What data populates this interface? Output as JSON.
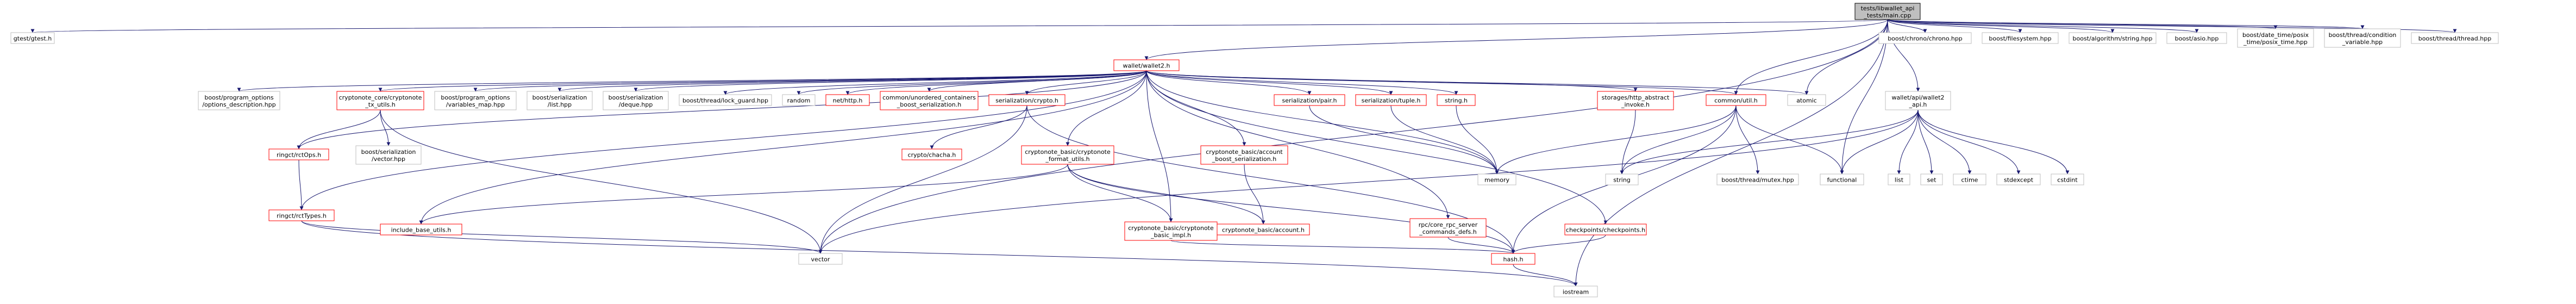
{
  "colors": {
    "root_fill": "#bfbfbf",
    "node_fill": "#ffffff",
    "internal_border": "#ff0000",
    "external_border": "#bfbfbf",
    "edge": "#191970",
    "text": "#000000"
  },
  "nodes": [
    {
      "id": "root",
      "kind": "root",
      "label": "tests/libwallet_api\n_tests/main.cpp"
    },
    {
      "id": "gtest",
      "kind": "external",
      "label": "gtest/gtest.h"
    },
    {
      "id": "wallet2",
      "kind": "internal",
      "label": "wallet/wallet2.h"
    },
    {
      "id": "chrono",
      "kind": "external",
      "label": "boost/chrono/chrono.hpp"
    },
    {
      "id": "filesystem",
      "kind": "external",
      "label": "boost/filesystem.hpp"
    },
    {
      "id": "algostring",
      "kind": "external",
      "label": "boost/algorithm/string.hpp"
    },
    {
      "id": "asio",
      "kind": "external",
      "label": "boost/asio.hpp"
    },
    {
      "id": "posixtime",
      "kind": "external",
      "label": "boost/date_time/posix\n_time/posix_time.hpp"
    },
    {
      "id": "condvar",
      "kind": "external",
      "label": "boost/thread/condition\n_variable.hpp"
    },
    {
      "id": "thread",
      "kind": "external",
      "label": "boost/thread/thread.hpp"
    },
    {
      "id": "progopt_desc",
      "kind": "external",
      "label": "boost/program_options\n/options_description.hpp"
    },
    {
      "id": "cn_utils",
      "kind": "internal",
      "label": "cryptonote_core/cryptonote\n_tx_utils.h"
    },
    {
      "id": "progopt_varmap",
      "kind": "external",
      "label": "boost/program_options\n/variables_map.hpp"
    },
    {
      "id": "ser_list",
      "kind": "external",
      "label": "boost/serialization\n/list.hpp"
    },
    {
      "id": "ser_deque",
      "kind": "external",
      "label": "boost/serialization\n/deque.hpp"
    },
    {
      "id": "lockguard",
      "kind": "external",
      "label": "boost/thread/lock_guard.hpp"
    },
    {
      "id": "random",
      "kind": "external",
      "label": "random"
    },
    {
      "id": "nethttp",
      "kind": "internal",
      "label": "net/http.h"
    },
    {
      "id": "unordered",
      "kind": "internal",
      "label": "common/unordered_containers\n_boost_serialization.h"
    },
    {
      "id": "ser_crypto",
      "kind": "internal",
      "label": "serialization/crypto.h"
    },
    {
      "id": "ser_pair",
      "kind": "internal",
      "label": "serialization/pair.h"
    },
    {
      "id": "ser_tuple",
      "kind": "internal",
      "label": "serialization/tuple.h"
    },
    {
      "id": "string_h",
      "kind": "internal",
      "label": "string.h"
    },
    {
      "id": "http_abstract",
      "kind": "internal",
      "label": "storages/http_abstract\n_invoke.h"
    },
    {
      "id": "common_util",
      "kind": "internal",
      "label": "common/util.h"
    },
    {
      "id": "atomic",
      "kind": "external",
      "label": "atomic"
    },
    {
      "id": "api_wallet2",
      "kind": "external",
      "label": "wallet/api/wallet2\n_api.h"
    },
    {
      "id": "ser_vector",
      "kind": "external",
      "label": "boost/serialization\n/vector.hpp"
    },
    {
      "id": "ringct_rctOps",
      "kind": "internal",
      "label": "ringct/rctOps.h"
    },
    {
      "id": "cn_format",
      "kind": "internal",
      "label": "cryptonote_basic/cryptonote\n_format_utils.h"
    },
    {
      "id": "acc_ser",
      "kind": "internal",
      "label": "cryptonote_basic/account\n_boost_serialization.h"
    },
    {
      "id": "chacha",
      "kind": "internal",
      "label": "crypto/chacha.h"
    },
    {
      "id": "memory",
      "kind": "external",
      "label": "memory"
    },
    {
      "id": "string",
      "kind": "external",
      "label": "string"
    },
    {
      "id": "mutex",
      "kind": "external",
      "label": "boost/thread/mutex.hpp"
    },
    {
      "id": "functional",
      "kind": "external",
      "label": "functional"
    },
    {
      "id": "list",
      "kind": "external",
      "label": "list"
    },
    {
      "id": "set",
      "kind": "external",
      "label": "set"
    },
    {
      "id": "ctime",
      "kind": "external",
      "label": "ctime"
    },
    {
      "id": "stdexcept",
      "kind": "external",
      "label": "stdexcept"
    },
    {
      "id": "cstdint",
      "kind": "external",
      "label": "cstdint"
    },
    {
      "id": "ringct_types",
      "kind": "internal",
      "label": "ringct/rctTypes.h"
    },
    {
      "id": "include_base",
      "kind": "internal",
      "label": "include_base_utils.h"
    },
    {
      "id": "cn_basic_impl",
      "kind": "internal",
      "label": "cryptonote_basic/cryptonote\n_basic_impl.h"
    },
    {
      "id": "cn_account",
      "kind": "internal",
      "label": "cryptonote_basic/account.h"
    },
    {
      "id": "rpc_defs",
      "kind": "internal",
      "label": "rpc/core_rpc_server\n_commands_defs.h"
    },
    {
      "id": "checkpoints",
      "kind": "internal",
      "label": "checkpoints/checkpoints.h"
    },
    {
      "id": "vector",
      "kind": "external",
      "label": "vector"
    },
    {
      "id": "hash",
      "kind": "internal",
      "label": "hash.h"
    },
    {
      "id": "iostream",
      "kind": "external",
      "label": "iostream"
    }
  ],
  "edges": [
    [
      "root",
      "gtest"
    ],
    [
      "root",
      "wallet2"
    ],
    [
      "root",
      "chrono"
    ],
    [
      "root",
      "filesystem"
    ],
    [
      "root",
      "algostring"
    ],
    [
      "root",
      "asio"
    ],
    [
      "root",
      "posixtime"
    ],
    [
      "root",
      "condvar"
    ],
    [
      "root",
      "thread"
    ],
    [
      "root",
      "common_util"
    ],
    [
      "root",
      "atomic"
    ],
    [
      "root",
      "api_wallet2"
    ],
    [
      "root",
      "functional"
    ],
    [
      "root",
      "vector"
    ],
    [
      "root",
      "iostream"
    ],
    [
      "wallet2",
      "progopt_desc"
    ],
    [
      "wallet2",
      "cn_utils"
    ],
    [
      "wallet2",
      "progopt_varmap"
    ],
    [
      "wallet2",
      "ser_list"
    ],
    [
      "wallet2",
      "ser_deque"
    ],
    [
      "wallet2",
      "lockguard"
    ],
    [
      "wallet2",
      "random"
    ],
    [
      "wallet2",
      "nethttp"
    ],
    [
      "wallet2",
      "unordered"
    ],
    [
      "wallet2",
      "ser_crypto"
    ],
    [
      "wallet2",
      "ser_pair"
    ],
    [
      "wallet2",
      "ser_tuple"
    ],
    [
      "wallet2",
      "string_h"
    ],
    [
      "wallet2",
      "http_abstract"
    ],
    [
      "wallet2",
      "common_util"
    ],
    [
      "wallet2",
      "atomic"
    ],
    [
      "wallet2",
      "ringct_rctOps"
    ],
    [
      "wallet2",
      "cn_format"
    ],
    [
      "wallet2",
      "acc_ser"
    ],
    [
      "wallet2",
      "memory"
    ],
    [
      "wallet2",
      "include_base"
    ],
    [
      "wallet2",
      "cn_basic_impl"
    ],
    [
      "wallet2",
      "rpc_defs"
    ],
    [
      "wallet2",
      "checkpoints"
    ],
    [
      "wallet2",
      "ringct_types"
    ],
    [
      "cn_utils",
      "ser_vector"
    ],
    [
      "cn_utils",
      "ringct_rctOps"
    ],
    [
      "cn_utils",
      "vector"
    ],
    [
      "ser_crypto",
      "chacha"
    ],
    [
      "ser_crypto",
      "vector"
    ],
    [
      "ser_crypto",
      "hash"
    ],
    [
      "ser_pair",
      "memory"
    ],
    [
      "ser_tuple",
      "memory"
    ],
    [
      "string_h",
      "memory"
    ],
    [
      "http_abstract",
      "string"
    ],
    [
      "common_util",
      "memory"
    ],
    [
      "common_util",
      "string"
    ],
    [
      "common_util",
      "mutex"
    ],
    [
      "common_util",
      "functional"
    ],
    [
      "common_util",
      "hash"
    ],
    [
      "api_wallet2",
      "string"
    ],
    [
      "api_wallet2",
      "list"
    ],
    [
      "api_wallet2",
      "set"
    ],
    [
      "api_wallet2",
      "ctime"
    ],
    [
      "api_wallet2",
      "stdexcept"
    ],
    [
      "api_wallet2",
      "cstdint"
    ],
    [
      "api_wallet2",
      "vector"
    ],
    [
      "api_wallet2",
      "functional"
    ],
    [
      "ringct_rctOps",
      "ringct_types"
    ],
    [
      "cn_format",
      "include_base"
    ],
    [
      "cn_format",
      "cn_basic_impl"
    ],
    [
      "cn_format",
      "cn_account"
    ],
    [
      "cn_format",
      "hash"
    ],
    [
      "acc_ser",
      "cn_account"
    ],
    [
      "ringct_types",
      "vector"
    ],
    [
      "ringct_types",
      "iostream"
    ],
    [
      "cn_basic_impl",
      "hash"
    ],
    [
      "rpc_defs",
      "hash"
    ],
    [
      "checkpoints",
      "hash"
    ],
    [
      "hash",
      "iostream"
    ]
  ]
}
